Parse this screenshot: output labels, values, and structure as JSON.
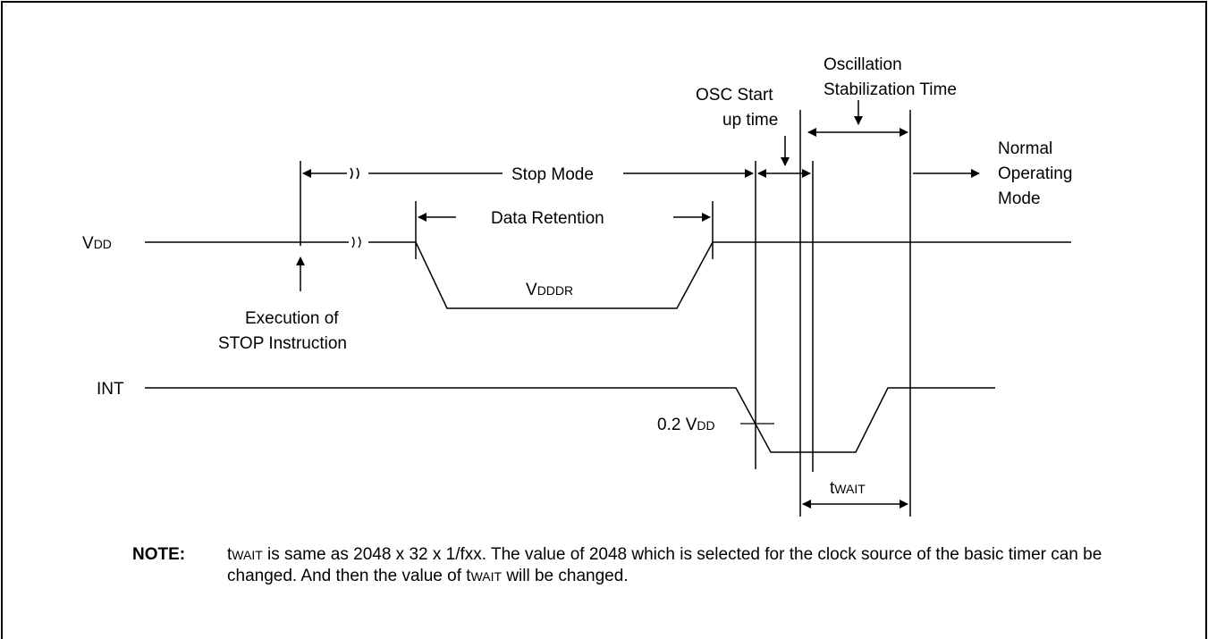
{
  "labels": {
    "vdd_main": "V",
    "vdd_sub": "DD",
    "int": "INT",
    "stop_mode": "Stop Mode",
    "data_retention": "Data Retention",
    "vdddr_main": "V",
    "vdddr_sub": "DDDR",
    "execution_line1": "Execution of",
    "execution_line2": "STOP Instruction",
    "osc_start_line1": "OSC Start",
    "osc_start_line2": "up time",
    "osc_stab_line1": "Oscillation",
    "osc_stab_line2": "Stabilization Time",
    "normal_line1": "Normal",
    "normal_line2": "Operating",
    "normal_line3": "Mode",
    "threshold_prefix": "0.2 V",
    "threshold_sub": "DD",
    "twait_t": "t",
    "twait_sub": "WAIT"
  },
  "note": {
    "heading": "NOTE:",
    "t1": "t",
    "sc1": "WAIT",
    "text1": " is same as 2048 x 32 x 1/fxx. The value of 2048 which is selected for the clock source of the basic timer can be changed. And then the value of t",
    "sc2": "WAIT",
    "text2": " will be changed."
  }
}
